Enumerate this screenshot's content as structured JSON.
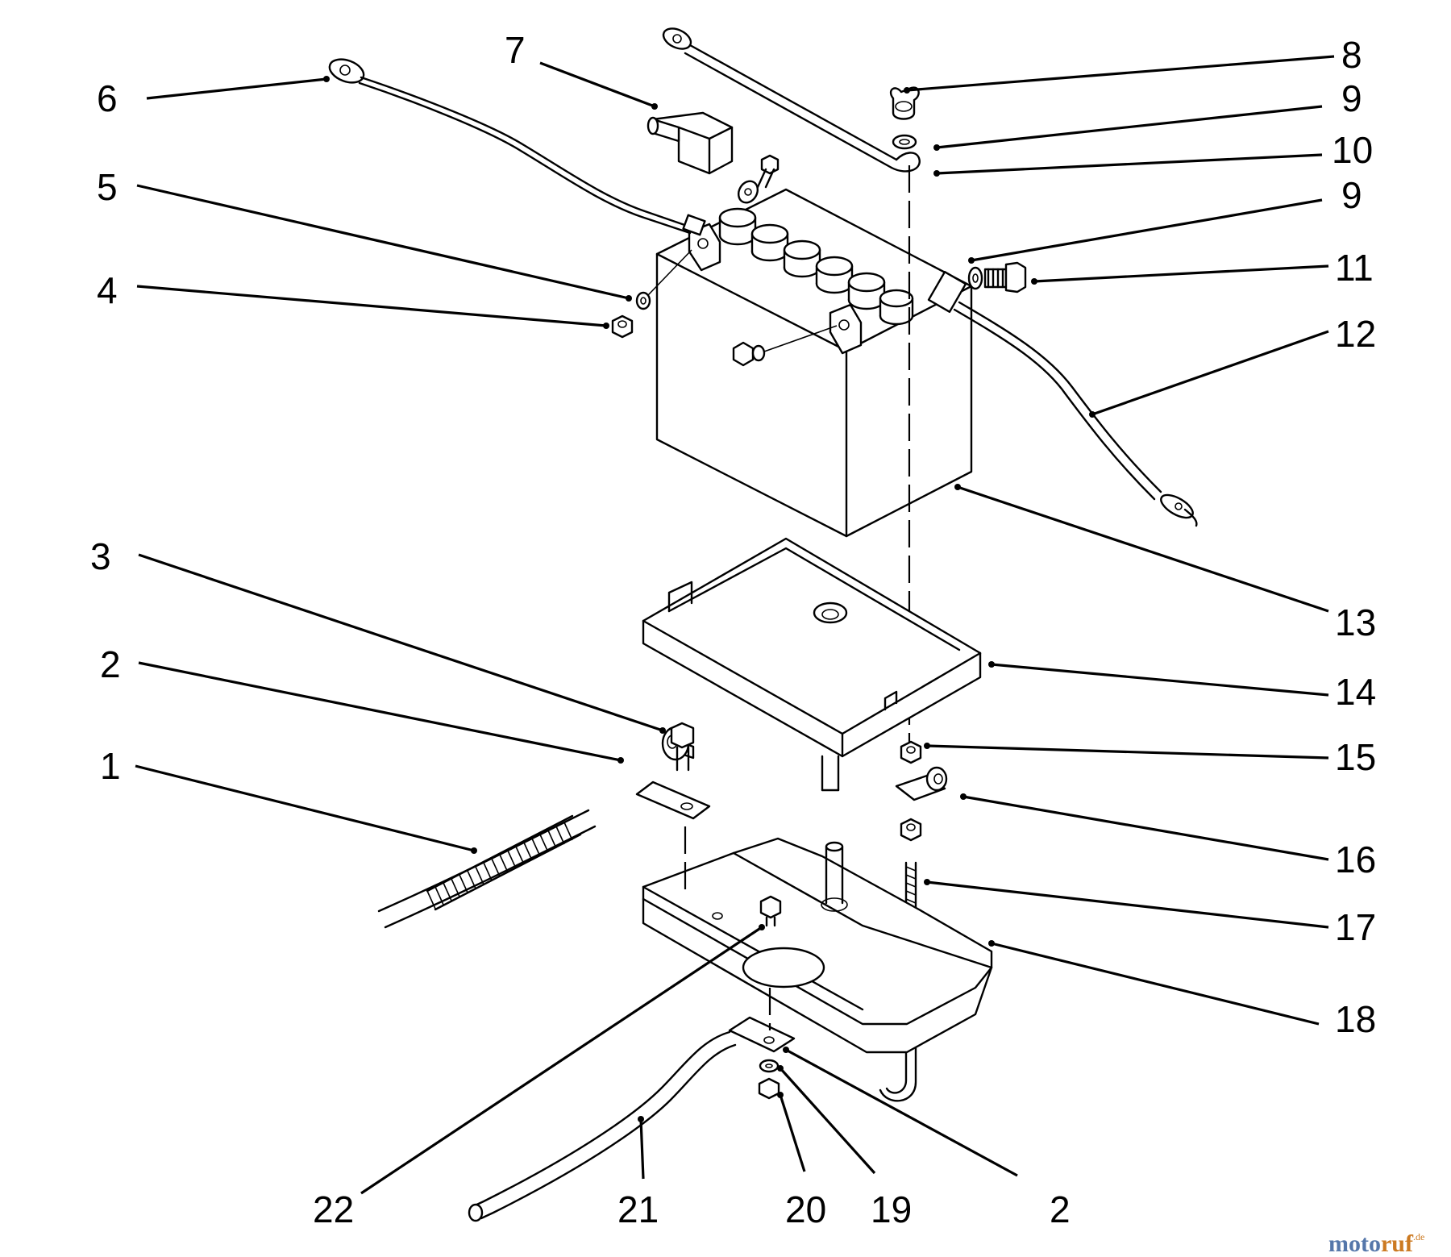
{
  "callouts": [
    {
      "label": "1"
    },
    {
      "label": "2"
    },
    {
      "label": "3"
    },
    {
      "label": "4"
    },
    {
      "label": "5"
    },
    {
      "label": "6"
    },
    {
      "label": "7"
    },
    {
      "label": "8"
    },
    {
      "label": "9"
    },
    {
      "label": "10"
    },
    {
      "label": "9"
    },
    {
      "label": "11"
    },
    {
      "label": "12"
    },
    {
      "label": "13"
    },
    {
      "label": "14"
    },
    {
      "label": "15"
    },
    {
      "label": "16"
    },
    {
      "label": "17"
    },
    {
      "label": "18"
    },
    {
      "label": "22"
    },
    {
      "label": "21"
    },
    {
      "label": "20"
    },
    {
      "label": "19"
    },
    {
      "label": "2"
    }
  ],
  "watermark": {
    "part1": "moto",
    "part2": "ruf",
    "suffix": ".de"
  }
}
